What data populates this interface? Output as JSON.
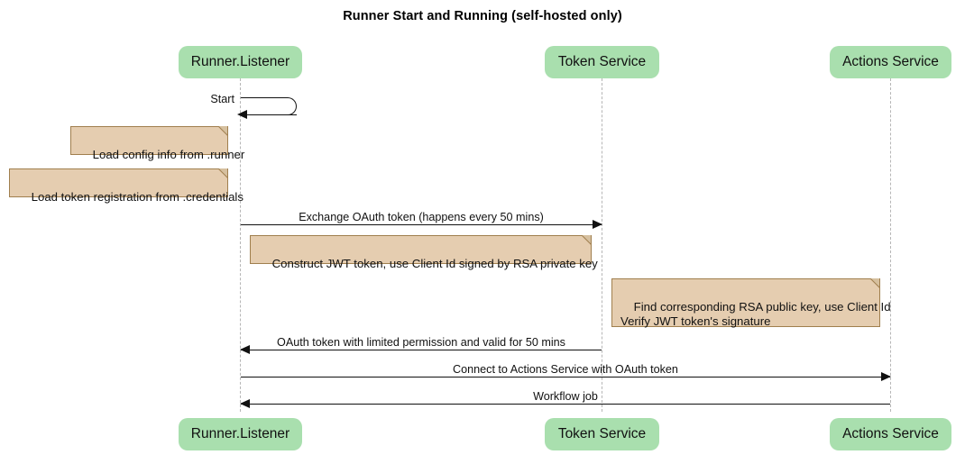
{
  "title": "Runner Start and Running (self-hosted only)",
  "participants": [
    {
      "id": "runner",
      "label": "Runner.Listener"
    },
    {
      "id": "token",
      "label": "Token Service"
    },
    {
      "id": "actions",
      "label": "Actions Service"
    }
  ],
  "messages": [
    {
      "id": "start",
      "label": "Start",
      "kind": "self",
      "from": "runner",
      "to": "runner"
    },
    {
      "id": "exchange",
      "label": "Exchange OAuth token (happens every 50 mins)",
      "kind": "sync",
      "direction": "right",
      "from": "runner",
      "to": "token"
    },
    {
      "id": "oauth-return",
      "label": "OAuth token with limited permission and valid for 50 mins",
      "kind": "sync",
      "direction": "left",
      "from": "token",
      "to": "runner"
    },
    {
      "id": "connect",
      "label": "Connect to Actions Service with OAuth token",
      "kind": "sync",
      "direction": "right",
      "from": "runner",
      "to": "actions"
    },
    {
      "id": "workflow",
      "label": "Workflow job",
      "kind": "sync",
      "direction": "left",
      "from": "actions",
      "to": "runner"
    }
  ],
  "notes": [
    {
      "id": "note-config",
      "text": "Load config info from .runner"
    },
    {
      "id": "note-credentials",
      "text": "Load token registration from .credentials"
    },
    {
      "id": "note-jwt",
      "text": "Construct JWT token, use Client Id signed by RSA private key"
    },
    {
      "id": "note-verify",
      "text": "Find corresponding RSA public key, use Client Id\nVerify JWT token's signature"
    }
  ],
  "colors": {
    "participant_fill": "#a9dfae",
    "note_fill": "#e5cdb0",
    "note_border": "#a07f4e",
    "lifeline": "#b6b6b6",
    "line": "#111111"
  }
}
